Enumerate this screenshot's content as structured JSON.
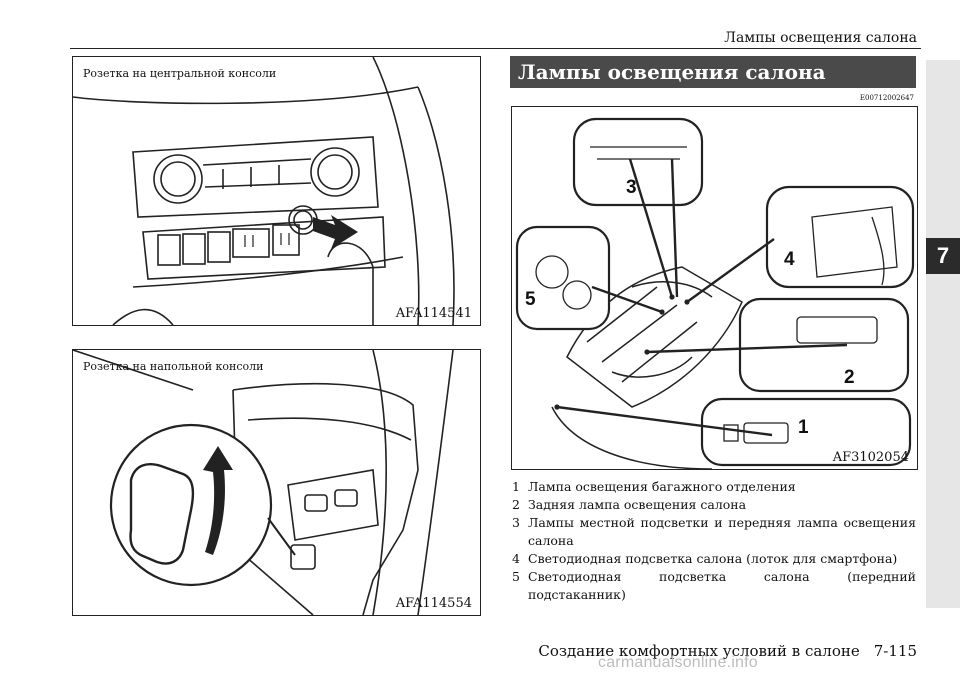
{
  "running_header": "Лампы освещения салона",
  "chapter_tab": "7",
  "figures": {
    "center_console": {
      "caption": "Розетка на центральной консоли",
      "code": "AFA114541"
    },
    "floor_console": {
      "caption": "Розетка на напольной консоли",
      "code": "AFA114554"
    },
    "interior_lamps": {
      "code": "AF3102054",
      "callouts": [
        "1",
        "2",
        "3",
        "4",
        "5"
      ]
    }
  },
  "section": {
    "title": "Лампы освещения салона",
    "code": "E00712002647"
  },
  "legend": [
    {
      "num": "1",
      "text": "Лампа освещения багажного отделения"
    },
    {
      "num": "2",
      "text": "Задняя лампа освещения салона"
    },
    {
      "num": "3",
      "text": "Лампы местной подсветки и передняя лампа освещения салона"
    },
    {
      "num": "4",
      "text": "Светодиодная подсветка салона (лоток для смартфона)"
    },
    {
      "num": "5",
      "text": "Светодиодная подсветка салона (передний подстаканник)"
    }
  ],
  "footer": {
    "text": "Создание комфортных условий в салоне",
    "page": "7-115"
  },
  "watermark": "carmanualsonline.info"
}
